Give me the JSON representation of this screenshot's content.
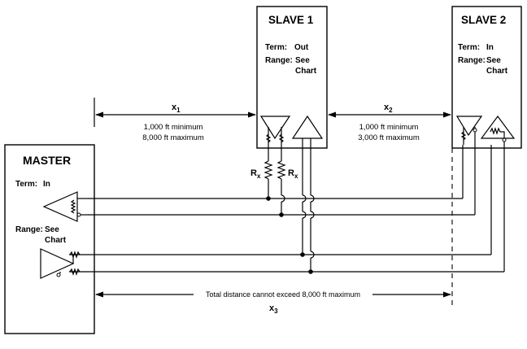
{
  "master": {
    "title": "MASTER",
    "term_label": "Term:",
    "term_value": "In",
    "range_label": "Range:",
    "range_value_1": "See",
    "range_value_2": "Chart"
  },
  "slave1": {
    "title": "SLAVE 1",
    "term_label": "Term:",
    "term_value": "Out",
    "range_label": "Range:",
    "range_value_1": "See",
    "range_value_2": "Chart"
  },
  "slave2": {
    "title": "SLAVE 2",
    "term_label": "Term:",
    "term_value": "In",
    "range_label": "Range:",
    "range_value_1": "See",
    "range_value_2": "Chart"
  },
  "x1": {
    "var": "x",
    "sub": "1",
    "min": "1,000 ft minimum",
    "max": "8,000 ft maximum"
  },
  "x2": {
    "var": "x",
    "sub": "2",
    "min": "1,000 ft minimum",
    "max": "3,000 ft maximum"
  },
  "x3": {
    "var": "x",
    "sub": "3",
    "note": "Total distance cannot exceed 8,000 ft maximum"
  },
  "resistor": {
    "var": "R",
    "sub": "x"
  }
}
